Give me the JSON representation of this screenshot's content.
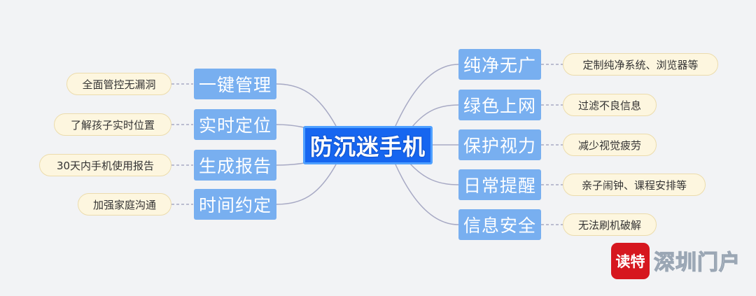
{
  "center": {
    "label": "防沉迷手机"
  },
  "left_branches": [
    {
      "label": "一键管理",
      "detail": "全面管控无漏洞"
    },
    {
      "label": "实时定位",
      "detail": "了解孩子实时位置"
    },
    {
      "label": "生成报告",
      "detail": "30天内手机使用报告"
    },
    {
      "label": "时间约定",
      "detail": "加强家庭沟通"
    }
  ],
  "right_branches": [
    {
      "label": "纯净无广",
      "detail": "定制纯净系统、浏览器等"
    },
    {
      "label": "绿色上网",
      "detail": "过滤不良信息"
    },
    {
      "label": "保护视力",
      "detail": "减少视觉疲劳"
    },
    {
      "label": "日常提醒",
      "detail": "亲子闹钟、课程安排等"
    },
    {
      "label": "信息安全",
      "detail": "无法刷机破解"
    }
  ],
  "watermark": {
    "logo_text": "读特",
    "brand_text": "深圳门户"
  },
  "colors": {
    "center_fill": "#1666f0",
    "branch_fill": "#78aff0",
    "leaf_fill": "#fdf6df",
    "connector": "#a7a9c4",
    "logo_red": "#d6171f"
  }
}
